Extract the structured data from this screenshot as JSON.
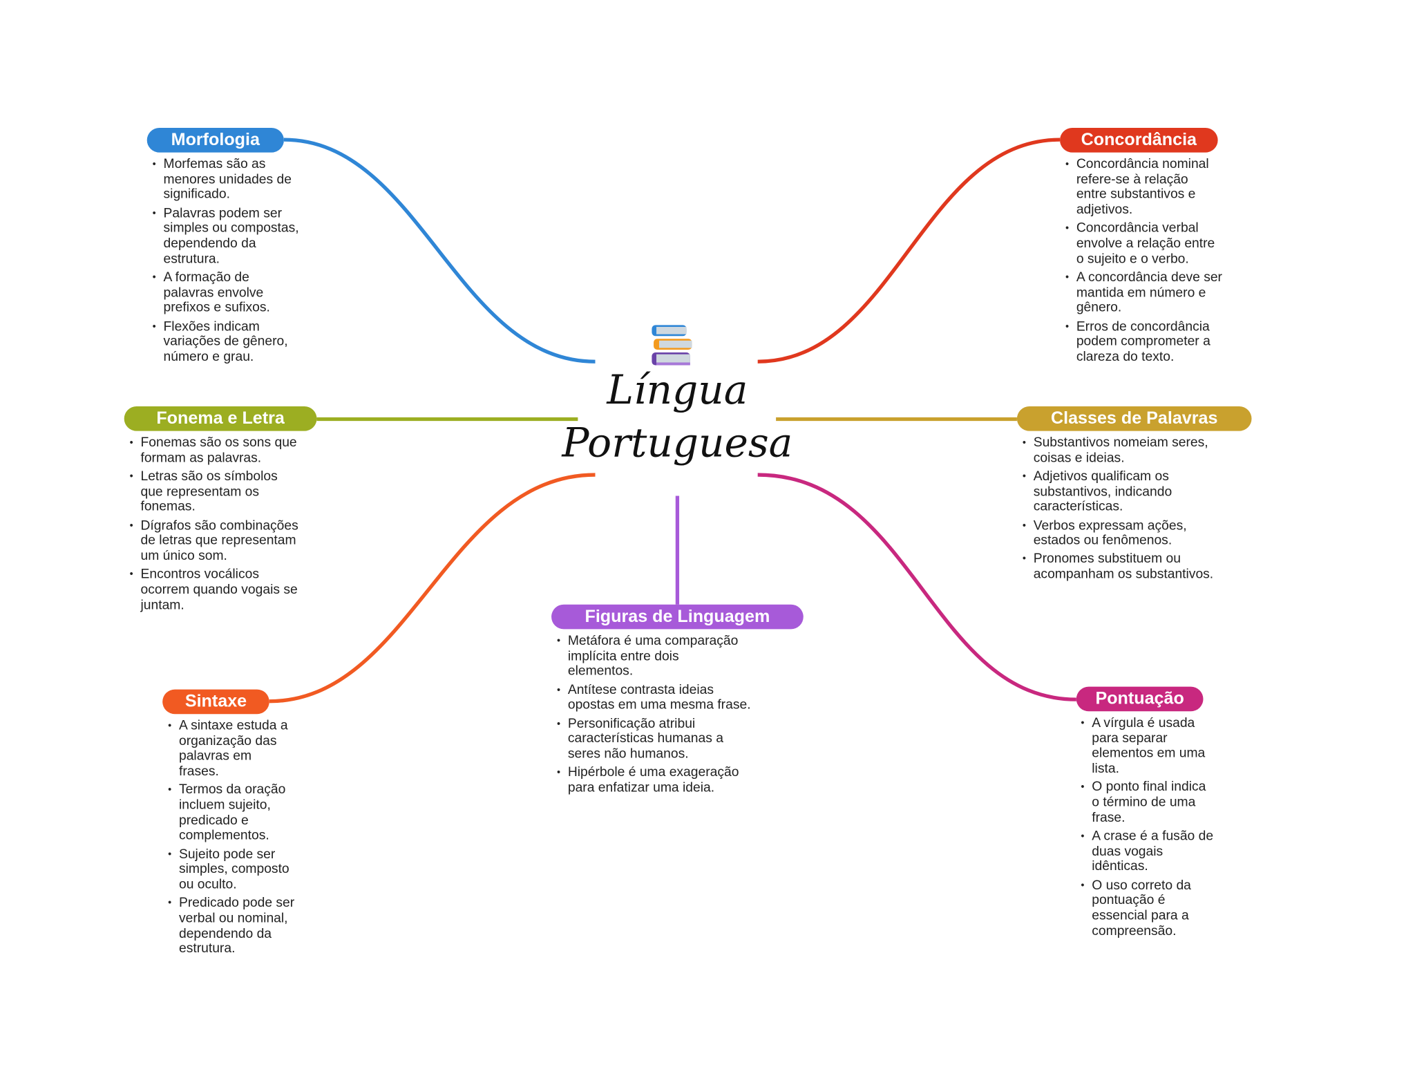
{
  "center": {
    "title_line1": "Língua",
    "title_line2": "Portuguesa",
    "icon": "books-icon"
  },
  "branches": {
    "morfologia": {
      "label": "Morfologia",
      "color": "#2f86d6",
      "items": [
        "Morfemas são as\nmenores unidades de\nsignificado.",
        "Palavras podem ser\nsimples ou compostas,\ndependendo da\nestrutura.",
        "A formação de\npalavras envolve\nprefixos e sufixos.",
        "Flexões indicam\nvariações de gênero,\nnúmero e grau."
      ]
    },
    "concordancia": {
      "label": "Concordância",
      "color": "#e0381e",
      "items": [
        "Concordância nominal\nrefere-se à relação\nentre substantivos e\nadjetivos.",
        "Concordância verbal\nenvolve a relação entre\no sujeito e o verbo.",
        "A concordância deve ser\nmantida em número e\ngênero.",
        "Erros de concordância\npodem comprometer a\nclareza do texto."
      ]
    },
    "fonema": {
      "label": "Fonema e Letra",
      "color": "#9cae22",
      "items": [
        "Fonemas são os sons que\nformam as palavras.",
        "Letras são os símbolos\nque representam os\nfonemas.",
        "Dígrafos são combinações\nde letras que representam\num único som.",
        "Encontros vocálicos\nocorrem quando vogais se\njuntam."
      ]
    },
    "classes": {
      "label": "Classes de Palavras",
      "color": "#c9a12e",
      "items": [
        "Substantivos nomeiam seres,\ncoisas e ideias.",
        "Adjetivos qualificam os\nsubstantivos, indicando\ncaracterísticas.",
        "Verbos expressam ações,\nestados ou fenômenos.",
        "Pronomes substituem ou\nacompanham os substantivos."
      ]
    },
    "sintaxe": {
      "label": "Sintaxe",
      "color": "#f15a22",
      "items": [
        "A sintaxe estuda a\norganização das\npalavras em\nfrases.",
        "Termos da oração\nincluem sujeito,\npredicado e\ncomplementos.",
        "Sujeito pode ser\nsimples, composto\nou oculto.",
        "Predicado pode ser\nverbal ou nominal,\ndependendo da\nestrutura."
      ]
    },
    "figuras": {
      "label": "Figuras de Linguagem",
      "color": "#a75ad9",
      "items": [
        "Metáfora é uma comparação\nimplícita entre dois\nelementos.",
        "Antítese contrasta ideias\nopostas em uma mesma frase.",
        "Personificação atribui\ncaracterísticas humanas a\nseres não humanos.",
        "Hipérbole é uma exageração\npara enfatizar uma ideia."
      ]
    },
    "pontuacao": {
      "label": "Pontuação",
      "color": "#c8287f",
      "items": [
        "A vírgula é usada\npara separar\nelementos em uma\nlista.",
        "O ponto final indica\no término de uma\nfrase.",
        "A crase é a fusão de\nduas vogais\nidênticas.",
        "O uso correto da\npontuação é\nessencial para a\ncompreensão."
      ]
    }
  }
}
